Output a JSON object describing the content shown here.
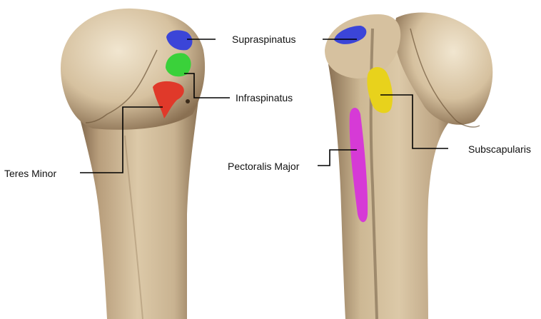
{
  "labels": {
    "supraspinatus": "Supraspinatus",
    "infraspinatus": "Infraspinatus",
    "teres_minor": "Teres Minor",
    "pectoralis_major": "Pectoralis Major",
    "subscapularis": "Subscapularis"
  },
  "colors": {
    "bone": "#d9c6a5",
    "bone_shadow": "#8a6f4f",
    "bone_highlight": "#efe3cc",
    "supraspinatus": "#3b45d8",
    "infraspinatus": "#3ad13a",
    "teres_minor": "#e0392a",
    "pectoralis_major": "#d63ad6",
    "subscapularis": "#e8d21c",
    "leader_line": "#000000"
  }
}
